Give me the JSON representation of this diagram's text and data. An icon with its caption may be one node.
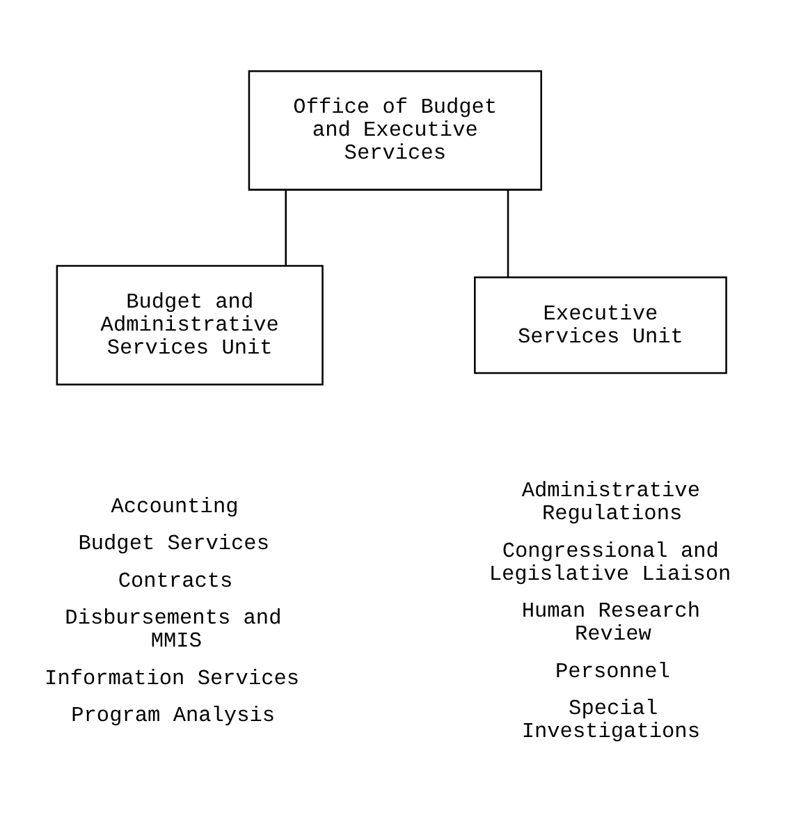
{
  "diagram": {
    "nodes": [
      {
        "text": [
          "Office of Budget and Executive Services"
        ]
      },
      {
        "text": [
          "Budget and Administrative Services Unit"
        ],
        "beside": [
          "Accounting",
          "Budget Services",
          "Contracts",
          "Disbursements and MMIS",
          "Information Services",
          "Program Analysis"
        ]
      },
      {
        "text": [
          "Executive Services Unit"
        ],
        "beside": [
          "Administrative Regulations",
          "Congressional and Legislative Liaison",
          "Human Research Review",
          "Personnel",
          "Special Investigations"
        ]
      }
    ],
    "edges": [
      {
        "from": 0,
        "to": 1,
        "arrow": "none"
      },
      {
        "from": 0,
        "to": 2,
        "arrow": "none"
      }
    ]
  }
}
